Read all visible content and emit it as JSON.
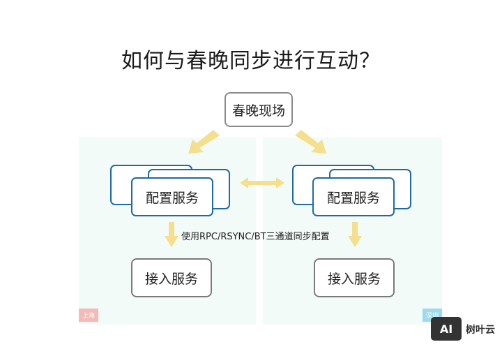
{
  "title": "如何与春晚同步进行互动？",
  "nodes": {
    "live": "春晚现场",
    "config_left": "配置服务",
    "config_right": "配置服务",
    "access_left": "接入服务",
    "access_right": "接入服务"
  },
  "caption": "使用RPC/RSYNC/BT三通道同步配置",
  "regions": {
    "left": "上海",
    "right": "深圳"
  },
  "watermark": {
    "logo": "AI",
    "text": "树叶云"
  },
  "colors": {
    "arrow": "#f5df8c",
    "stack_border": "#1f6aa5",
    "region_bg": "#f3fbf8"
  }
}
